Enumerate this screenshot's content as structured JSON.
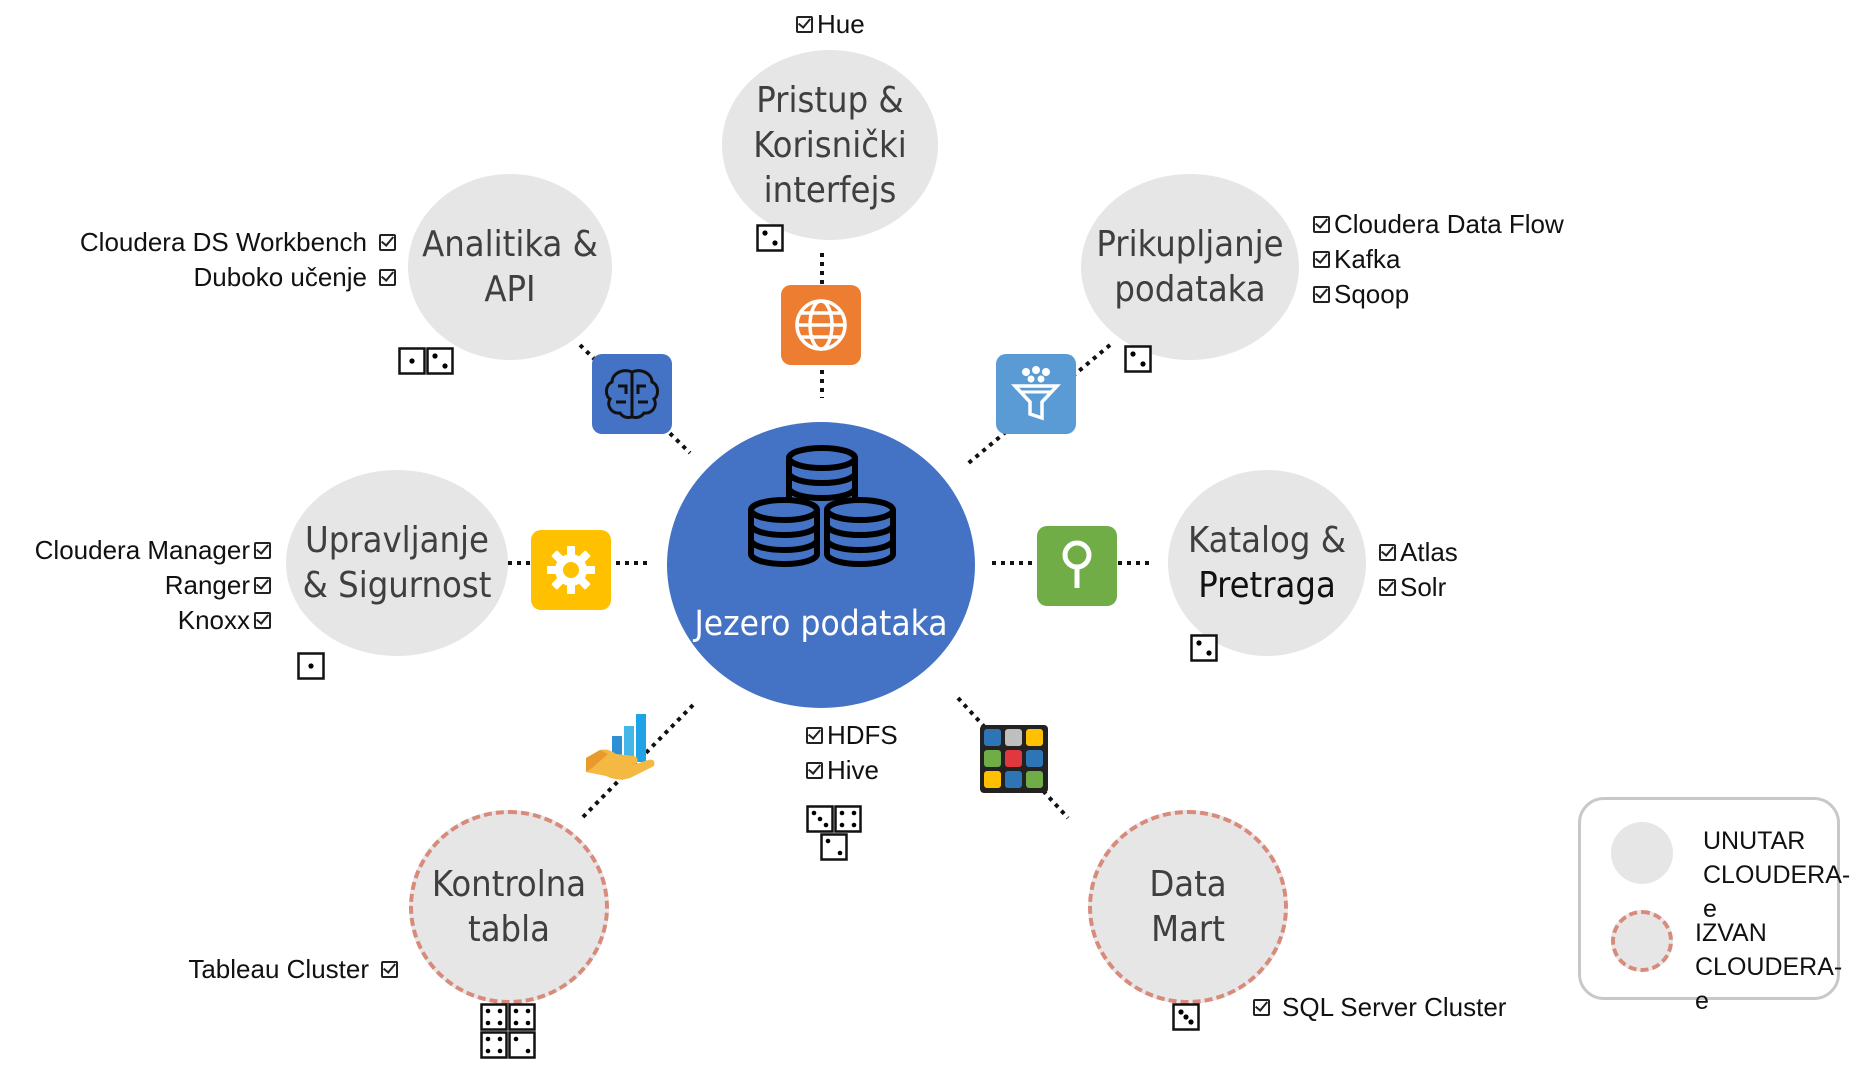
{
  "hub": {
    "label_line1": "Jezero",
    "label_line2": "podataka",
    "icon": "database-icon"
  },
  "nodes": {
    "access": {
      "line1": "Pristup &",
      "line2": "Korisnički",
      "line3": "interfejs",
      "icon": "globe-icon",
      "tile_color": "#ed7d31",
      "tools": [
        "Hue"
      ]
    },
    "analytics": {
      "line1": "Analitika &",
      "line2": "API",
      "icon": "brain-icon",
      "tile_color": "#4472c4",
      "tools": [
        "Cloudera DS Workbench",
        "Duboko učenje"
      ]
    },
    "ingest": {
      "line1": "Prikupljanje",
      "line2": "podataka",
      "icon": "funnel-icon",
      "tile_color": "#5b9bd5",
      "tools": [
        "Cloudera  Data Flow",
        "Kafka",
        "Sqoop"
      ]
    },
    "governance": {
      "line1": "Upravljanje",
      "line2": "& Sigurnost",
      "icon": "gear-icon",
      "tile_color": "#ffc000",
      "tools": [
        "Cloudera Manager",
        "Ranger",
        "Knoxx"
      ]
    },
    "catalog": {
      "line1": "Katalog &",
      "line2": "Pretraga",
      "icon": "search-icon",
      "tile_color": "#70ad47",
      "tools": [
        "Atlas",
        "Solr"
      ]
    },
    "dashboard": {
      "line1": "Kontrolna",
      "line2": "tabla",
      "icon": "chart-hand-icon",
      "tools": [
        "Tableau Cluster"
      ]
    },
    "datamart": {
      "line1": "Data",
      "line2": "Mart",
      "icon": "cube-grid-icon",
      "tools": [
        "SQL Server Cluster"
      ]
    }
  },
  "storage_tools": [
    "HDFS",
    "Hive"
  ],
  "legend": {
    "inside_line1": "UNUTAR",
    "inside_line2": "CLOUDERA-e",
    "outside_line1": "IZVAN",
    "outside_line2": "CLOUDERA-e"
  },
  "colors": {
    "hub": "#4472c4",
    "node": "#e6e6e6",
    "outside_border": "#d98b7b",
    "node_text": "#3f3f3f"
  }
}
